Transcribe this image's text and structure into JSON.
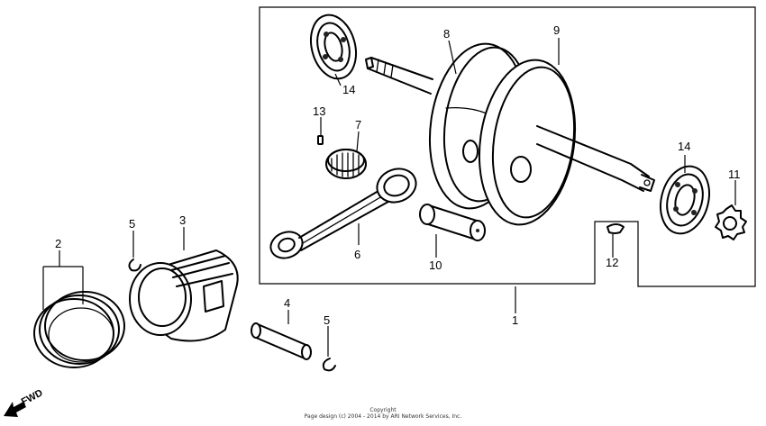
{
  "callouts": {
    "c1": "1",
    "c2": "2",
    "c3": "3",
    "c4": "4",
    "c5a": "5",
    "c5b": "5",
    "c6": "6",
    "c7": "7",
    "c8": "8",
    "c9": "9",
    "c10": "10",
    "c11": "11",
    "c12": "12",
    "c13": "13",
    "c14a": "14",
    "c14b": "14"
  },
  "fwd_label": "FWD",
  "copyright": {
    "line1": "Copyright",
    "line2": "Page design (c) 2004 - 2014 by ARI Network Services, Inc."
  }
}
